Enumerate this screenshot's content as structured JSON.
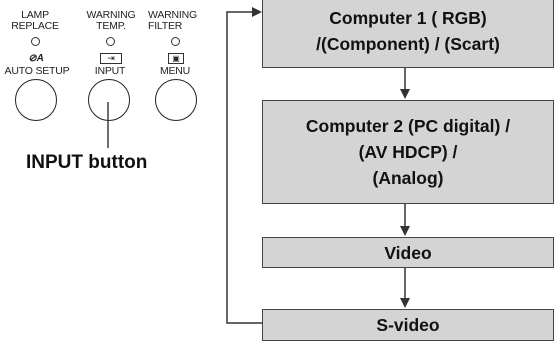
{
  "panel": {
    "indicators": [
      {
        "line1": "LAMP",
        "line2": "REPLACE"
      },
      {
        "line1": "WARNING",
        "line2": "TEMP."
      },
      {
        "line1": "WARNING",
        "line2": "FILTER"
      }
    ],
    "buttons": [
      {
        "icon": "auto-setup-icon",
        "glyph": "⊘A",
        "label": "AUTO SETUP"
      },
      {
        "icon": "input-icon",
        "glyph": "⇥",
        "label": "INPUT"
      },
      {
        "icon": "menu-icon",
        "glyph": "▣",
        "label": "MENU"
      }
    ],
    "callout": "INPUT button"
  },
  "flow": {
    "boxes": [
      {
        "label": "Computer 1 ( RGB)\n/(Component) / (Scart)"
      },
      {
        "label": "Computer 2 (PC digital) /\n(AV HDCP) /\n(Analog)"
      },
      {
        "label": "Video"
      },
      {
        "label": "S-video"
      }
    ]
  },
  "colors": {
    "box_fill": "#d4d4d4",
    "line": "#333333"
  }
}
